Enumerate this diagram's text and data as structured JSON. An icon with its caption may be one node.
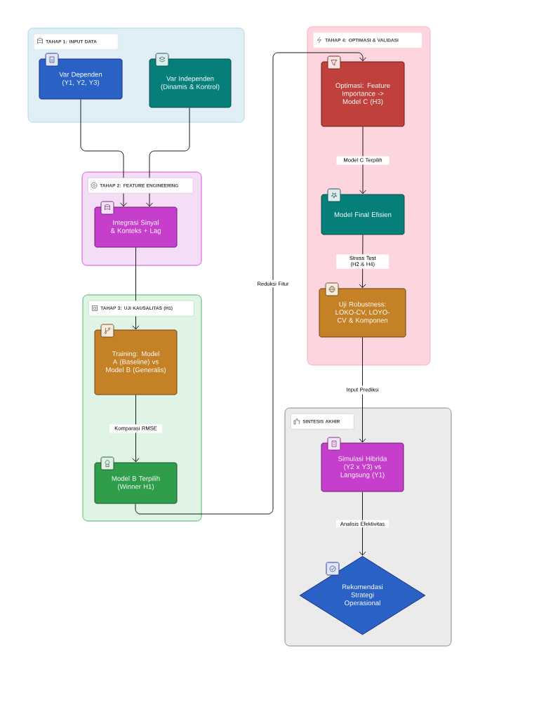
{
  "diagram": {
    "nodes": [
      {
        "text": [
          "TAHAP 1: INPUT DATA"
        ]
      },
      {
        "text": [
          "Var Dependen (Y1, Y2, Y3)"
        ],
        "in": 0
      },
      {
        "text": [
          "Var Independen (Dinamis & Kontrol)"
        ],
        "in": 0
      },
      {
        "text": [
          "TAHAP 2: FEATURE ENGINEERING"
        ]
      },
      {
        "text": [
          "Integrasi Sinyal & Konteks + Lag"
        ],
        "in": 3
      },
      {
        "text": [
          "TAHAP 3: UJI KAUSALITAS (H1)"
        ]
      },
      {
        "text": [
          "Training: Model A (Baseline) vs Model B (Generalis)"
        ],
        "in": 5
      },
      {
        "text": [
          "Model B Terpilih (Winner H1)"
        ],
        "in": 5
      },
      {
        "text": [
          "TAHAP 4: OPTIMASI & VALIDASI"
        ]
      },
      {
        "text": [
          "Optimasi: Feature Importance -> Model C (H3)"
        ],
        "in": 8
      },
      {
        "text": [
          "Model Final Efisien"
        ],
        "in": 8
      },
      {
        "text": [
          "Uji Robustness: LOKO-CV, LOYO-CV & Komponen"
        ],
        "in": 8
      },
      {
        "text": [
          "SINTESIS AKHIR"
        ]
      },
      {
        "text": [
          "Simulasi Hibrida (Y2 x Y3) vs Langsung (Y1)"
        ],
        "in": 12
      },
      {
        "text": [
          "Rekomendasi Strategi Operasional"
        ],
        "in": 12
      }
    ],
    "edges": [
      {
        "from": 1,
        "to": 4,
        "arrow": "to"
      },
      {
        "from": 2,
        "to": 4,
        "arrow": "to"
      },
      {
        "from": 4,
        "to": 6,
        "arrow": "to"
      },
      {
        "from": 6,
        "to": 7,
        "arrow": "to",
        "label": "Komparasi RMSE"
      },
      {
        "from": 7,
        "to": 9,
        "arrow": "to",
        "label": "Reduksi Fitur"
      },
      {
        "from": 9,
        "to": 10,
        "arrow": "to",
        "label": "Model C Terpilih"
      },
      {
        "from": 10,
        "to": 11,
        "arrow": "to",
        "label": "Stress Test (H2 & H4)"
      },
      {
        "from": 11,
        "to": 13,
        "arrow": "to",
        "label": "Input Prediksi"
      },
      {
        "from": 13,
        "to": 14,
        "arrow": "to",
        "label": "Analisis Efektivitas"
      }
    ]
  }
}
